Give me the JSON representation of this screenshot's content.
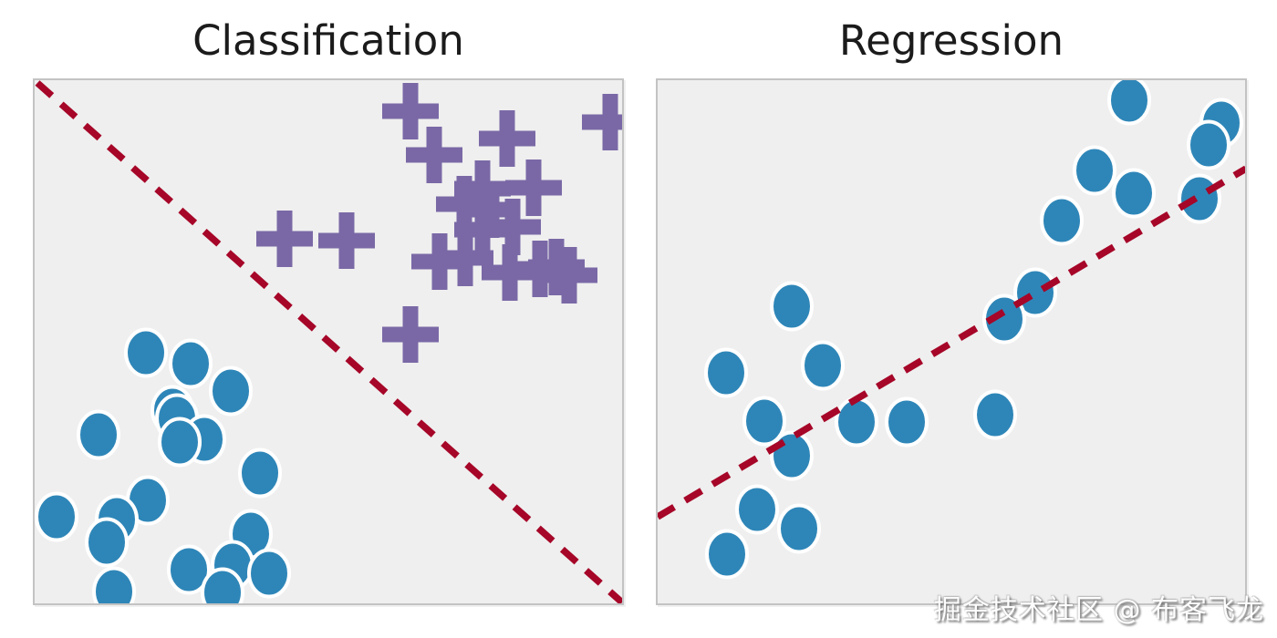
{
  "figure": {
    "background": "#ffffff",
    "watermark": "掘金技术社区 @ 布客飞龙"
  },
  "palette": {
    "blue": "#2E86B8",
    "purple": "#7A68A6",
    "red": "#A60628",
    "axes_bg": "#EFEFEF",
    "axes_border": "#C3C3C3",
    "title": "#1B1B1B",
    "marker_edge": "#FFFFFF"
  },
  "chart_data": [
    {
      "type": "scatter",
      "title": "Classification",
      "units": "panel pixels, canvas 644x574, y increases downward",
      "grid": false,
      "ticks": false,
      "legend": null,
      "series": [
        {
          "name": "class-blue-circles",
          "marker": "circle",
          "color": "blue",
          "points": [
            [
              122,
              299
            ],
            [
              171,
              311
            ],
            [
              215,
              341
            ],
            [
              151,
              362
            ],
            [
              156,
              371
            ],
            [
              70,
              389
            ],
            [
              186,
              394
            ],
            [
              159,
              397
            ],
            [
              247,
              431
            ],
            [
              124,
              461
            ],
            [
              24,
              479
            ],
            [
              90,
              482
            ],
            [
              237,
              498
            ],
            [
              79,
              507
            ],
            [
              217,
              532
            ],
            [
              169,
              537
            ],
            [
              257,
              541
            ],
            [
              87,
              561
            ],
            [
              206,
              562
            ]
          ]
        },
        {
          "name": "class-purple-plusses",
          "marker": "plus",
          "color": "purple",
          "points": [
            [
              412,
              34
            ],
            [
              631,
              46
            ],
            [
              518,
              64
            ],
            [
              438,
              82
            ],
            [
              547,
              118
            ],
            [
              491,
              119
            ],
            [
              471,
              136
            ],
            [
              501,
              142
            ],
            [
              524,
              161
            ],
            [
              491,
              164
            ],
            [
              274,
              174
            ],
            [
              342,
              176
            ],
            [
              472,
              195
            ],
            [
              444,
              199
            ],
            [
              572,
              205
            ],
            [
              554,
              207
            ],
            [
              521,
              211
            ],
            [
              586,
              214
            ],
            [
              412,
              279
            ]
          ]
        }
      ],
      "line": {
        "role": "decision-boundary",
        "color": "red",
        "dashed": true,
        "from": [
          3,
          3
        ],
        "to": [
          644,
          573
        ]
      }
    },
    {
      "type": "scatter",
      "title": "Regression",
      "units": "panel pixels, canvas 644x574, y increases downward",
      "grid": false,
      "ticks": false,
      "legend": null,
      "series": [
        {
          "name": "reg-blue-circles",
          "marker": "circle",
          "color": "blue",
          "points": [
            [
              517,
              22
            ],
            [
              618,
              47
            ],
            [
              604,
              71
            ],
            [
              479,
              99
            ],
            [
              522,
              124
            ],
            [
              594,
              130
            ],
            [
              443,
              154
            ],
            [
              414,
              233
            ],
            [
              147,
              248
            ],
            [
              380,
              262
            ],
            [
              181,
              313
            ],
            [
              75,
              321
            ],
            [
              370,
              367
            ],
            [
              117,
              374
            ],
            [
              218,
              375
            ],
            [
              273,
              375
            ],
            [
              147,
              412
            ],
            [
              109,
              471
            ],
            [
              155,
              492
            ],
            [
              76,
              520
            ]
          ]
        }
      ],
      "line": {
        "role": "regression-fit",
        "color": "red",
        "dashed": true,
        "from": [
          0,
          479
        ],
        "to": [
          645,
          97
        ]
      }
    }
  ]
}
